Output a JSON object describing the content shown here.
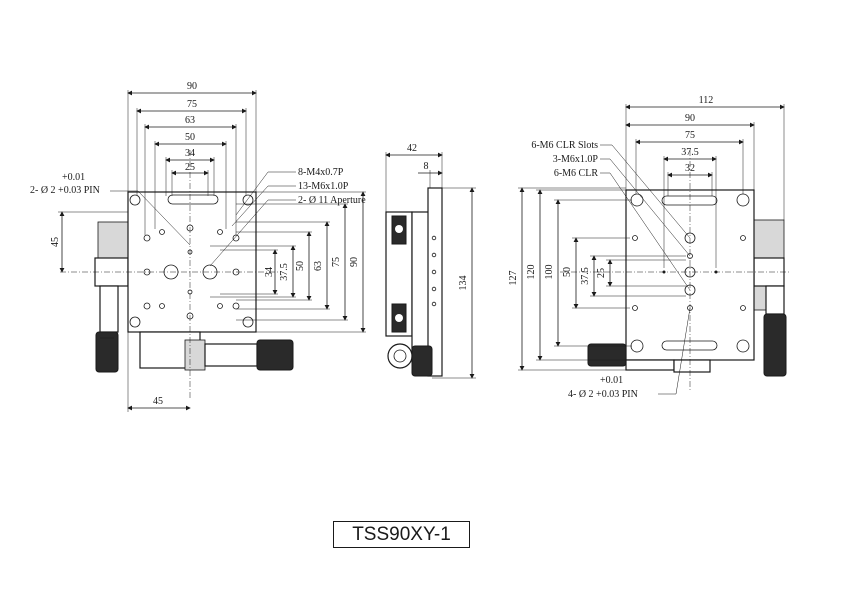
{
  "model": "TSS90XY-1",
  "front_view": {
    "top_dims": [
      "90",
      "75",
      "63",
      "50",
      "34",
      "25"
    ],
    "right_dims": [
      "34",
      "37.5",
      "50",
      "63",
      "75",
      "90"
    ],
    "left_dim": "45",
    "bottom_dim": "45",
    "tolerance_top": "+0.01",
    "tolerance_pin": "2- Ø 2 +0.03 PIN",
    "notes": [
      "8-M4x0.7P",
      "13-M6x1.0P",
      "2- Ø 11 Aperture"
    ]
  },
  "side_view": {
    "top_dims": [
      "42",
      "8"
    ],
    "height_dim": "134"
  },
  "right_view": {
    "top_dims": [
      "112",
      "90",
      "75",
      "37.5",
      "32"
    ],
    "left_dims": [
      "127",
      "120",
      "100",
      "50",
      "37.5",
      "25"
    ],
    "notes": [
      "6-M6 CLR Slots",
      "3-M6x1.0P",
      "6-M6 CLR"
    ],
    "tolerance_top": "+0.01",
    "tolerance_pin": "4- Ø 2 +0.03 PIN"
  }
}
